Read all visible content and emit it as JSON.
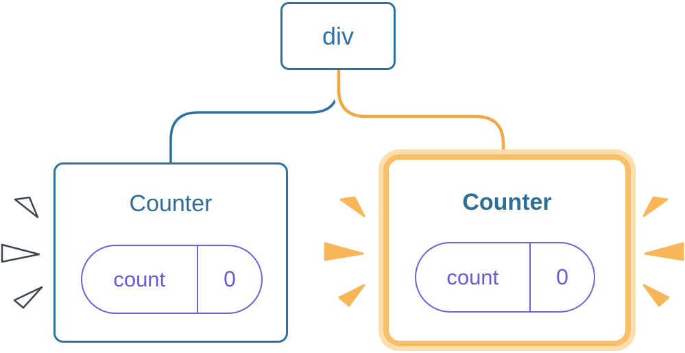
{
  "root_node": {
    "label": "div"
  },
  "cards": {
    "left": {
      "title": "Counter",
      "state_key": "count",
      "state_value": "0"
    },
    "right": {
      "title": "Counter",
      "state_key": "count",
      "state_value": "0"
    }
  },
  "colors": {
    "blue": "#2B72A1",
    "blue_text": "#2C6E95",
    "node_text": "#3173A7",
    "purple": "#6A63DC",
    "purple_text": "#675CD8",
    "orange_line": "#F2A840",
    "orange_border": "#F8BE68",
    "orange_ring": "#FCDFAD",
    "orange_sparkle": "#F7B758",
    "sparkle_outline": "#3D4451",
    "bg": "#FFFFFF",
    "card_bg": "#FFFFFF"
  },
  "icons": {
    "left_burst": "sparkle-burst-icon",
    "right_burst_left": "sparkle-burst-icon",
    "right_burst_right": "sparkle-burst-icon"
  }
}
